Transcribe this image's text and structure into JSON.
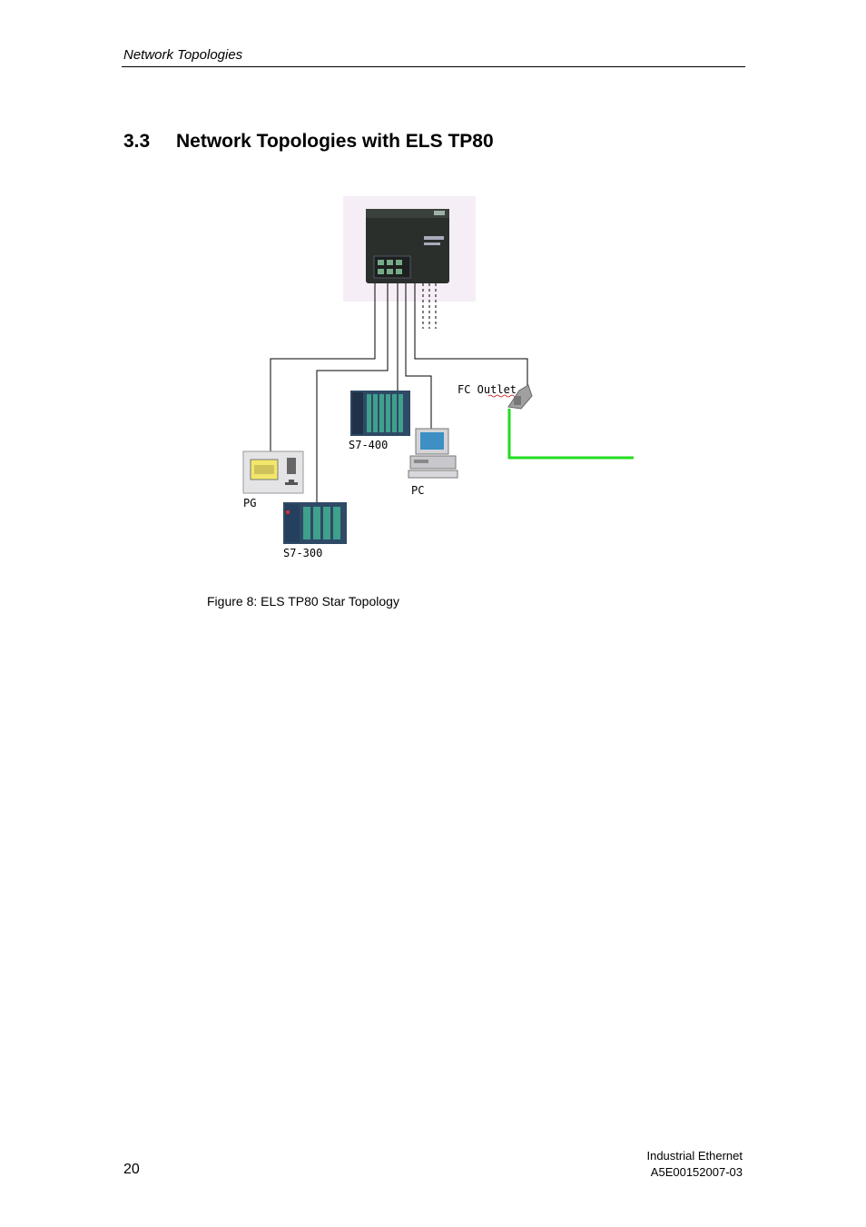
{
  "header": {
    "running_title": "Network Topologies"
  },
  "section": {
    "number": "3.3",
    "title": "Network Topologies with ELS TP80"
  },
  "figure": {
    "labels": {
      "fc_outlet": "FC Outlet",
      "s7_400": "S7-400",
      "pc": "PC",
      "pg": "PG",
      "s7_300": "S7-300"
    },
    "caption": "Figure 8: ELS TP80 Star Topology",
    "colors": {
      "industrial_cable": "#22dd22",
      "twisted_pair": "#000000",
      "device_body": "#2a2f2c"
    }
  },
  "footer": {
    "page_number": "20",
    "doc_title": "Industrial Ethernet",
    "doc_id": "A5E00152007-03"
  }
}
